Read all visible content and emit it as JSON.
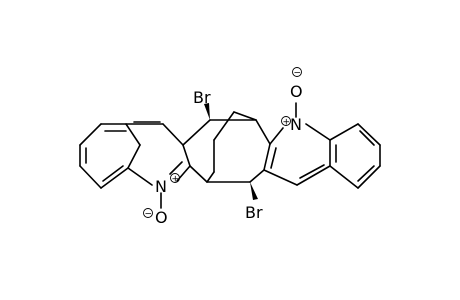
{
  "figure": "chemical structure",
  "atoms": {
    "br_top": {
      "label": "Br"
    },
    "br_bottom": {
      "label": "Br"
    },
    "n_left": {
      "label": "N",
      "charge": "+"
    },
    "n_right": {
      "label": "N",
      "charge": "+"
    },
    "o_left": {
      "label": "O",
      "charge": "−"
    },
    "o_right": {
      "label": "O",
      "charge": "−"
    }
  },
  "colors": {
    "bond": "#000000",
    "background": "#ffffff"
  }
}
